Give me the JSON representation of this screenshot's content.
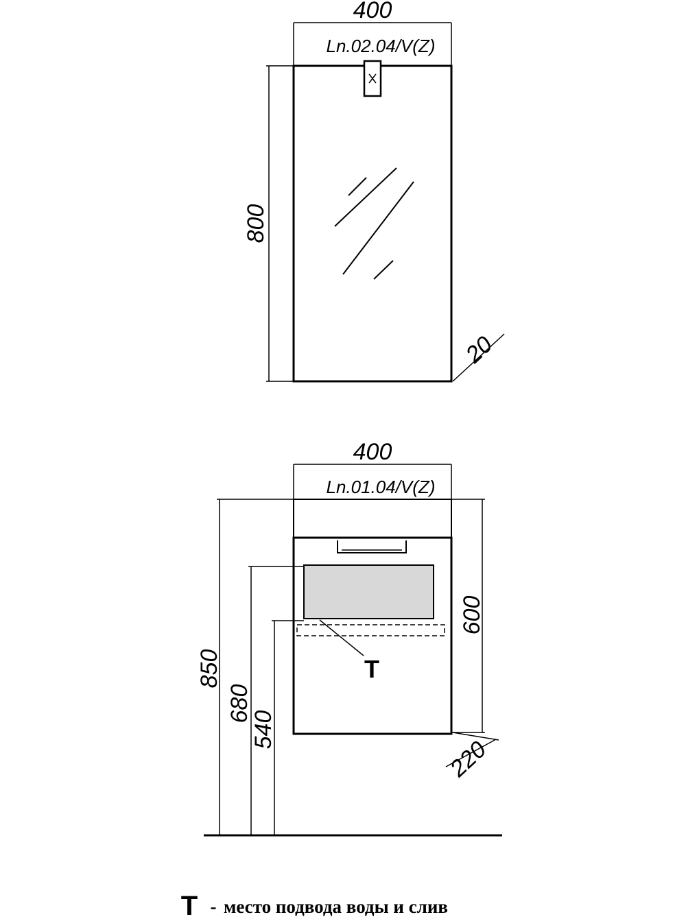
{
  "mirror": {
    "width_label": "400",
    "model_label": "Ln.02.04/V(Z)",
    "height_label": "800",
    "depth_label": "20"
  },
  "cabinet": {
    "width_label": "400",
    "model_label": "Ln.01.04/V(Z)",
    "total_height_label": "850",
    "height_680_label": "680",
    "height_540_label": "540",
    "body_height_label": "600",
    "depth_label": "220",
    "t_marker": "T"
  },
  "legend": {
    "symbol": "T",
    "dash": "-",
    "text": "место подвода воды и слив"
  }
}
